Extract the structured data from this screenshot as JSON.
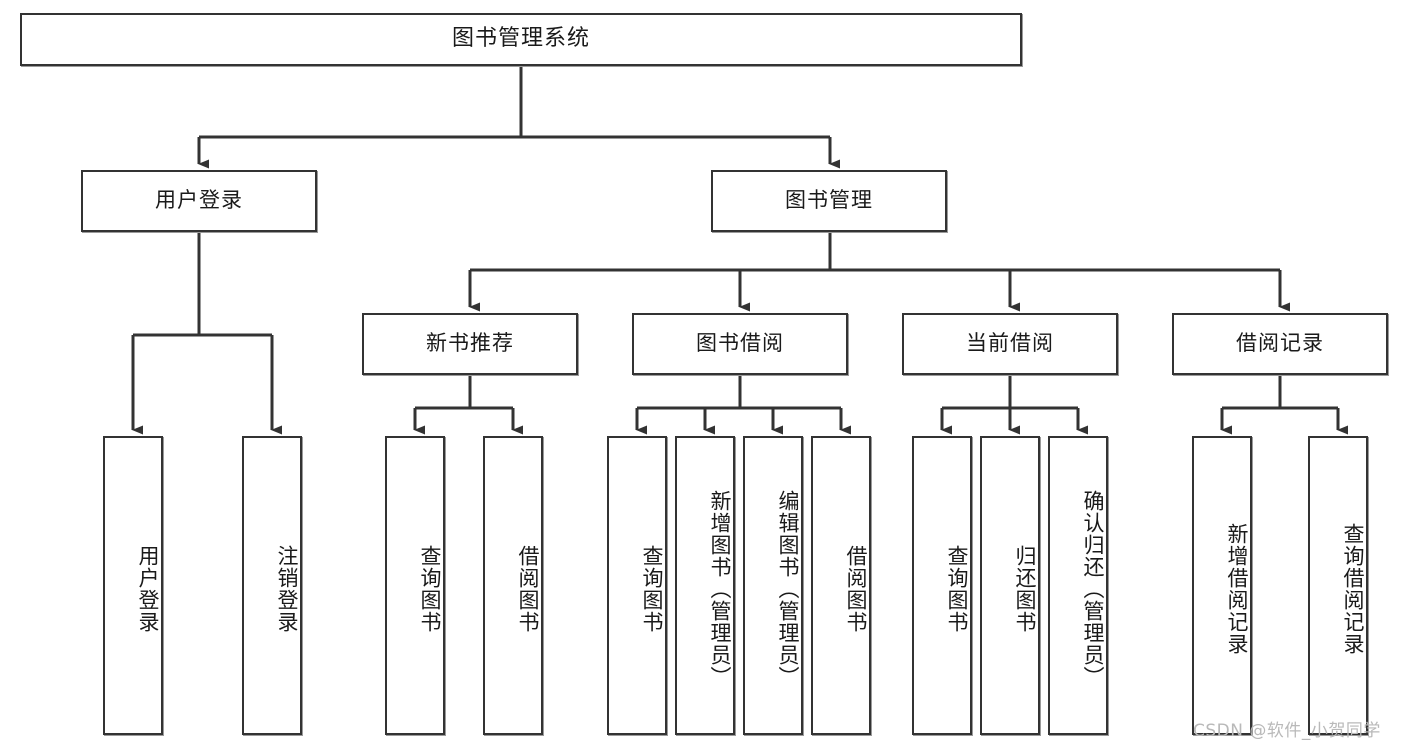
{
  "diagram": {
    "title": "图书管理系统",
    "type": "tree-hierarchy",
    "style": {
      "box_border_color": "#333333",
      "box_fill_color": "#ffffff",
      "line_color": "#333333",
      "text_color": "#1a1a1a",
      "watermark_color": "#b9b9b9"
    },
    "root": {
      "label": "图书管理系统"
    },
    "level1": [
      {
        "label": "用户登录"
      },
      {
        "label": "图书管理"
      }
    ],
    "level2": [
      {
        "label": "新书推荐"
      },
      {
        "label": "图书借阅"
      },
      {
        "label": "当前借阅"
      },
      {
        "label": "借阅记录"
      }
    ],
    "leaves": {
      "user_login": [
        {
          "label": "用户登录"
        },
        {
          "label": "注销登录"
        }
      ],
      "new_book_recommend": [
        {
          "label": "查询图书"
        },
        {
          "label": "借阅图书"
        }
      ],
      "book_borrow": [
        {
          "label": "查询图书"
        },
        {
          "label": "新增图书（管理员）"
        },
        {
          "label": "编辑图书（管理员）"
        },
        {
          "label": "借阅图书"
        }
      ],
      "current_borrow": [
        {
          "label": "查询图书"
        },
        {
          "label": "归还图书"
        },
        {
          "label": "确认归还（管理员）"
        }
      ],
      "borrow_record": [
        {
          "label": "新增借阅记录"
        },
        {
          "label": "查询借阅记录"
        }
      ]
    },
    "watermark": "CSDN @软件_小贺同学"
  }
}
